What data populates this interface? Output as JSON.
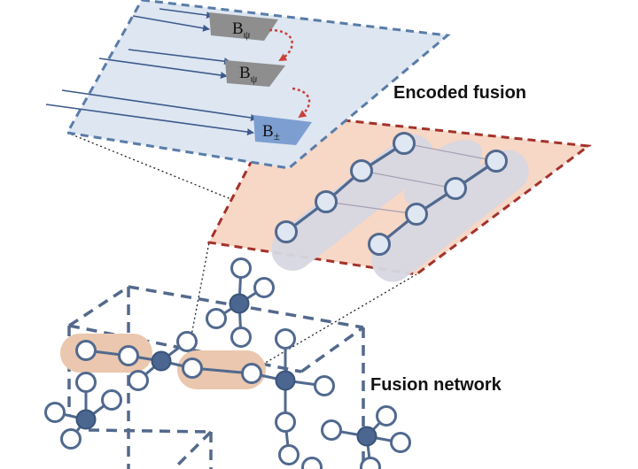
{
  "labels": {
    "encoded_fusion": "Encoded fusion",
    "fusion_network": "Fusion network"
  },
  "measurements": [
    {
      "letter": "B",
      "subscript": "ψ"
    },
    {
      "letter": "B",
      "subscript": "ψ"
    },
    {
      "letter": "B",
      "subscript": "±"
    }
  ],
  "colors": {
    "top_plane_fill": "#dde6f1",
    "top_plane_border": "#5a7ca8",
    "fusion_plane_fill": "#f7d7c6",
    "fusion_plane_border": "#a3322b",
    "cube_border": "#53698c",
    "node_fill": "#dfe7f3",
    "node_stroke": "#51698f",
    "hub_fill": "#4b6690",
    "pair_highlight": "#eac7ae",
    "chain_glow": "#d8d8e2",
    "arrow": "#3d5a8c",
    "swap_arrow": "#c9403a",
    "box_gray": "#8e8e8e",
    "box_blue": "#7d9ed0"
  }
}
